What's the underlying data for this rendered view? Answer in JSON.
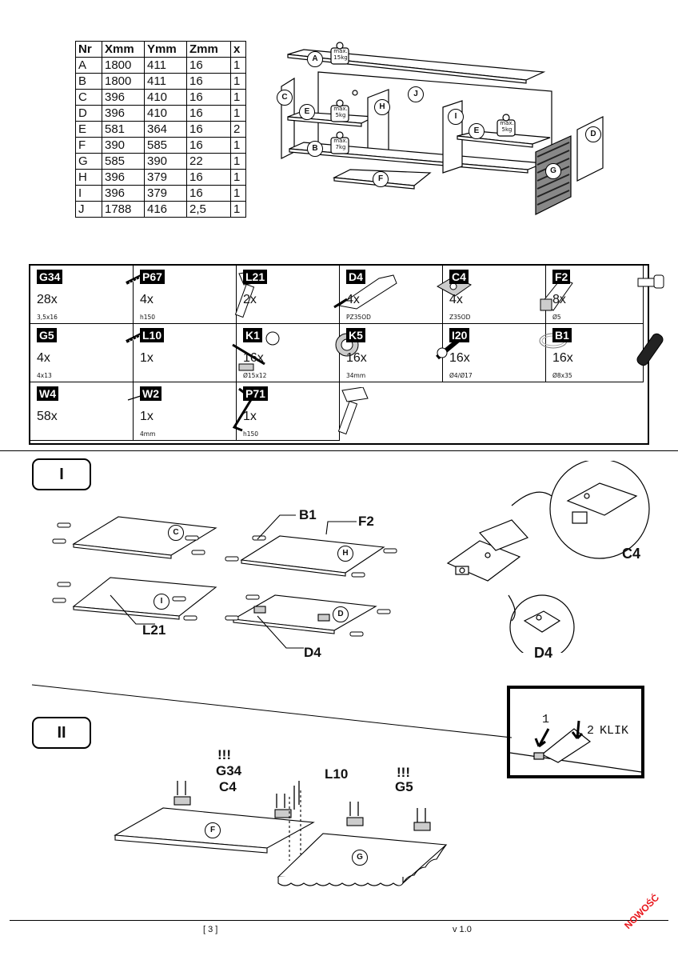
{
  "table": {
    "headers": [
      "Nr",
      "Xmm",
      "Ymm",
      "Zmm",
      "x"
    ],
    "rows": [
      [
        "A",
        "1800",
        "411",
        "16",
        "1"
      ],
      [
        "B",
        "1800",
        "411",
        "16",
        "1"
      ],
      [
        "C",
        "396",
        "410",
        "16",
        "1"
      ],
      [
        "D",
        "396",
        "410",
        "16",
        "1"
      ],
      [
        "E",
        "581",
        "364",
        "16",
        "2"
      ],
      [
        "F",
        "390",
        "585",
        "16",
        "1"
      ],
      [
        "G",
        "585",
        "390",
        "22",
        "1"
      ],
      [
        "H",
        "396",
        "379",
        "16",
        "1"
      ],
      [
        "I",
        "396",
        "379",
        "16",
        "1"
      ],
      [
        "J",
        "1788",
        "416",
        "2,5",
        "1"
      ]
    ]
  },
  "overview": {
    "labels": [
      "A",
      "B",
      "C",
      "D",
      "E",
      "E",
      "F",
      "G",
      "H",
      "I",
      "J"
    ],
    "weights": [
      {
        "line1": "max.",
        "line2": "15kg"
      },
      {
        "line1": "max.",
        "line2": "5kg"
      },
      {
        "line1": "max.",
        "line2": "7kg"
      },
      {
        "line1": "max.",
        "line2": "5kg"
      }
    ]
  },
  "hardware": [
    {
      "code": "G34",
      "qty": "28x",
      "spec": "3,5x16",
      "icon": "screw-icon"
    },
    {
      "code": "P67",
      "qty": "4x",
      "spec": "h150",
      "icon": "leg-icon"
    },
    {
      "code": "L21",
      "qty": "2x",
      "spec": "",
      "icon": "push-latch-icon"
    },
    {
      "code": "D4",
      "qty": "4x",
      "spec": "PZ35OD",
      "icon": "hinge-plate-icon"
    },
    {
      "code": "C4",
      "qty": "4x",
      "spec": "Z35OD",
      "icon": "hinge-icon"
    },
    {
      "code": "F2",
      "qty": "8x",
      "spec": "Ø5",
      "icon": "shelf-pin-icon"
    },
    {
      "code": "G5",
      "qty": "4x",
      "spec": "4x13",
      "icon": "screw-icon"
    },
    {
      "code": "L10",
      "qty": "1x",
      "spec": "",
      "icon": "bracket-set-icon"
    },
    {
      "code": "K1",
      "qty": "16x",
      "spec": "Ø15x12",
      "icon": "cam-lock-icon"
    },
    {
      "code": "K5",
      "qty": "16x",
      "spec": "34mm",
      "icon": "cam-bolt-icon"
    },
    {
      "code": "I20",
      "qty": "16x",
      "spec": "Ø4/Ø17",
      "icon": "washer-icon"
    },
    {
      "code": "B1",
      "qty": "16x",
      "spec": "Ø8x35",
      "icon": "dowel-icon"
    },
    {
      "code": "W4",
      "qty": "58x",
      "spec": "",
      "icon": "nail-icon"
    },
    {
      "code": "W2",
      "qty": "1x",
      "spec": "4mm",
      "icon": "hex-key-icon"
    },
    {
      "code": "P71",
      "qty": "1x",
      "spec": "h150",
      "icon": "leg-icon"
    }
  ],
  "step1": {
    "title": "I",
    "panels": [
      "C",
      "H",
      "I",
      "D"
    ],
    "callouts": {
      "b1": "B1",
      "f2": "F2",
      "l21": "L21",
      "d4": "D4",
      "c4_zoom": "C4",
      "d4_zoom": "D4"
    }
  },
  "step2": {
    "title": "II",
    "panels": [
      "F",
      "G"
    ],
    "callouts": {
      "warn1": "!!!",
      "g34": "G34",
      "c4": "C4",
      "l10": "L10",
      "warn2": "!!!",
      "g5": "G5"
    },
    "click": {
      "num1": "1",
      "num2": "2",
      "klik": "KLIK"
    }
  },
  "footer": {
    "page": "[ 3 ]",
    "version": "v 1.0",
    "badge": "NOWOŚĆ"
  },
  "colors": {
    "badge": "#e8151b"
  }
}
